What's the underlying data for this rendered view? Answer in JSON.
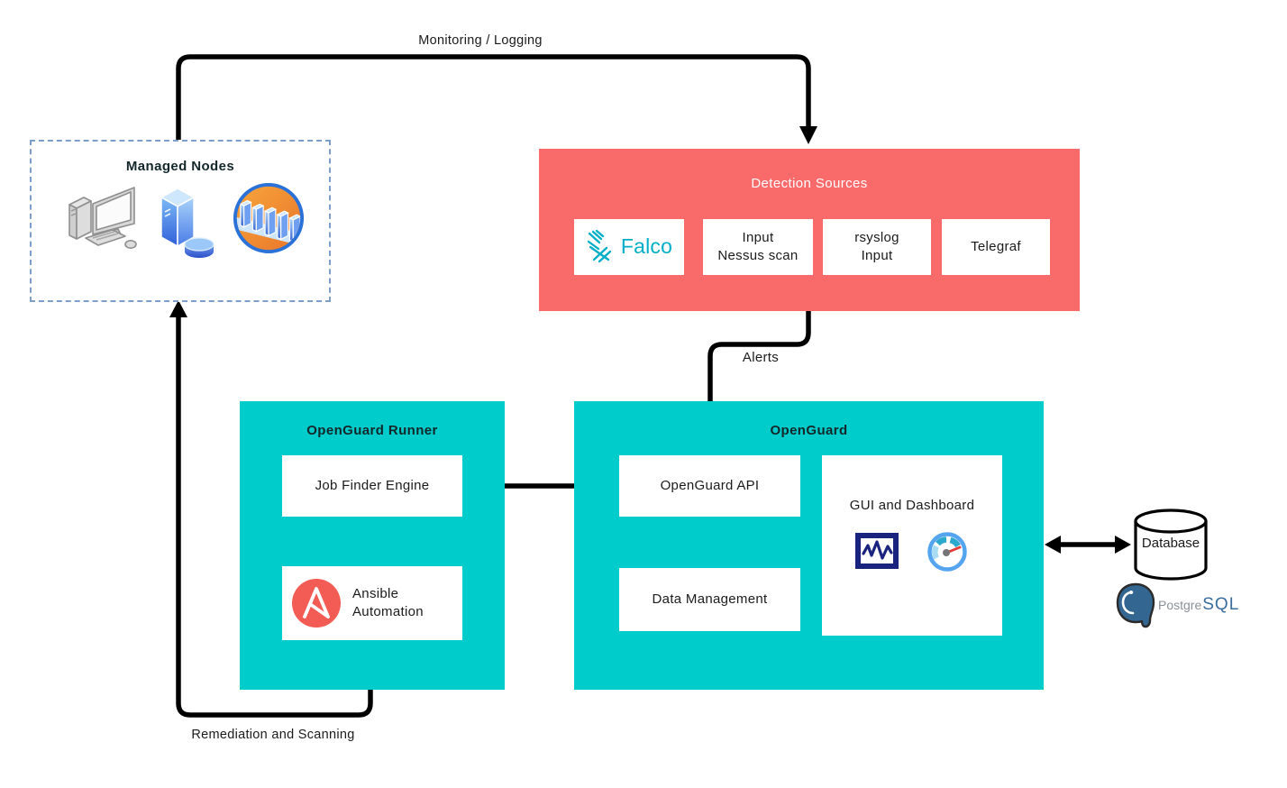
{
  "colors": {
    "panel_teal": "#00cccb",
    "panel_red": "#f96a6a",
    "managed_nodes_border": "#7d9ec9",
    "arrow_black": "#000000",
    "falco_teal": "#00aec7",
    "ansible_red": "#f25c54",
    "chart_icon_navy": "#1a237e",
    "gauge_blue": "#55a4f0",
    "postgres_blue": "#336791",
    "text_dark": "#1b1b1b",
    "text_white": "#ffffff"
  },
  "nodes": {
    "managed_nodes": {
      "title": "Managed Nodes"
    },
    "detection_sources": {
      "title": "Detection Sources",
      "falco": "Falco",
      "nessus": "Input\nNessus scan",
      "rsyslog": "rsyslog\nInput",
      "telegraf": "Telegraf"
    },
    "openguard_runner": {
      "title": "OpenGuard Runner",
      "job_finder": "Job Finder Engine",
      "ansible": "Ansible\nAutomation"
    },
    "openguard": {
      "title": "OpenGuard",
      "api": "OpenGuard API",
      "data_management": "Data Management",
      "gui": "GUI and Dashboard"
    },
    "database": {
      "label": "Database",
      "postgres_prefix": "Postgre",
      "postgres_suffix": "SQL"
    }
  },
  "edges": {
    "monitoring": "Monitoring / Logging",
    "alerts": "Alerts",
    "remediation": "Remediation and Scanning"
  },
  "icons": {
    "managed_nodes": [
      "desktop-computer-icon",
      "server-tower-icon",
      "server-cluster-icon"
    ],
    "detection_sources": [
      "falco-bird-icon"
    ],
    "openguard_runner": [
      "ansible-logo-icon"
    ],
    "openguard_gui": [
      "line-chart-icon",
      "gauge-icon"
    ],
    "database": [
      "database-cylinder-icon",
      "postgresql-elephant-icon"
    ]
  }
}
